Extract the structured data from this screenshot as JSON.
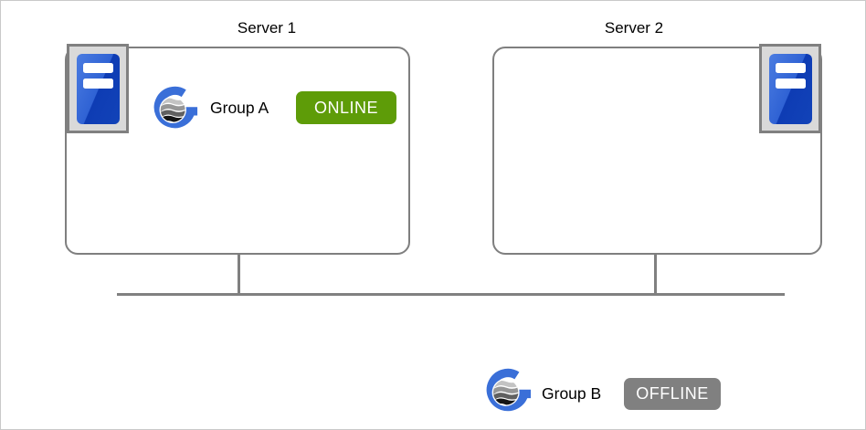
{
  "servers": [
    {
      "label": "Server 1",
      "icon": "server-icon",
      "group": {
        "name": "Group A",
        "icon": "group-icon",
        "status": "ONLINE"
      }
    },
    {
      "label": "Server 2",
      "icon": "server-icon",
      "group": null
    }
  ],
  "floating_group": {
    "name": "Group B",
    "icon": "group-icon",
    "status": "OFFLINE"
  },
  "colors": {
    "online_badge": "#5e9c08",
    "offline_badge": "#808080",
    "box_border": "#7f7f7f",
    "network_line": "#808080",
    "canvas_border": "#c9c9c9",
    "group_icon_blue": "#3a6fd8",
    "server_icon_blue_light": "#4b7ce1",
    "server_icon_blue_dark": "#0e3cb4"
  }
}
